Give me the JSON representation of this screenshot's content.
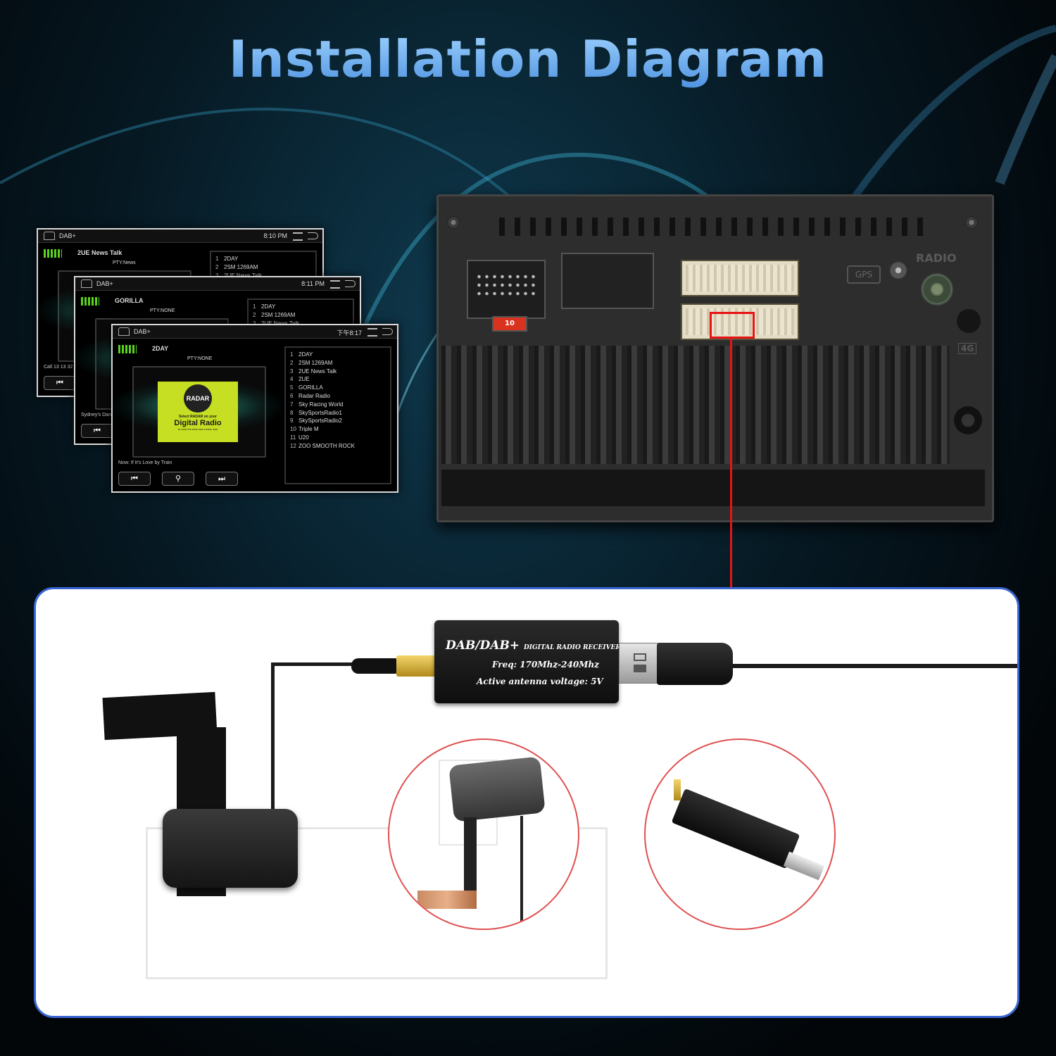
{
  "title": "Installation Diagram",
  "screens": [
    {
      "app": "DAB+",
      "time": "8:10 PM",
      "station": "2UE News Talk",
      "pty": "PTY:News",
      "list": [
        {
          "n": "1",
          "name": "2DAY"
        },
        {
          "n": "2",
          "name": "2SM 1269AM"
        },
        {
          "n": "3",
          "name": "2UE News Talk"
        }
      ],
      "now": "Call 13 13 32"
    },
    {
      "app": "DAB+",
      "time": "8:11 PM",
      "station": "GORILLA",
      "pty": "PTY:NONE",
      "list": [
        {
          "n": "1",
          "name": "2DAY"
        },
        {
          "n": "2",
          "name": "2SM 1269AM"
        },
        {
          "n": "3",
          "name": "2UE News Talk"
        }
      ],
      "now": "Sydney's Dan"
    },
    {
      "app": "DAB+",
      "time": "下午8:17",
      "station": "2DAY",
      "pty": "PTY:NONE",
      "list": [
        {
          "n": "1",
          "name": "2DAY"
        },
        {
          "n": "2",
          "name": "2SM 1269AM"
        },
        {
          "n": "3",
          "name": "2UE News Talk"
        },
        {
          "n": "4",
          "name": "2UE"
        },
        {
          "n": "5",
          "name": "GORILLA"
        },
        {
          "n": "6",
          "name": "Radar Radio"
        },
        {
          "n": "7",
          "name": "Sky Racing World"
        },
        {
          "n": "8",
          "name": "SkySportsRadio1"
        },
        {
          "n": "9",
          "name": "SkySportsRadio2"
        },
        {
          "n": "10",
          "name": "Triple M"
        },
        {
          "n": "11",
          "name": "U20"
        },
        {
          "n": "12",
          "name": "ZOO SMOOTH ROCK"
        }
      ],
      "now": "Now: If It's Love by Train",
      "radar": {
        "logo": "RADAR",
        "select": "Select RADAR on your",
        "digital": "Digital Radio",
        "tag": "to hear the best new music now"
      }
    }
  ],
  "controls": {
    "prev": "⏮",
    "search": "⚲",
    "next": "⏭"
  },
  "head_unit": {
    "fuse": "10",
    "gps": "GPS",
    "radio": "RADIO",
    "lte": "4G"
  },
  "receiver": {
    "brand": "DAB/DAB+",
    "subtitle": "DIGITAL RADIO RECEIVER FOR ANDROID",
    "freq": "Freq: 170Mhz-240Mhz",
    "voltage": "Active antenna voltage: 5V"
  },
  "colors": {
    "title": "#6fb0ee",
    "panel_border": "#3a66d3",
    "connection": "#e81414"
  }
}
